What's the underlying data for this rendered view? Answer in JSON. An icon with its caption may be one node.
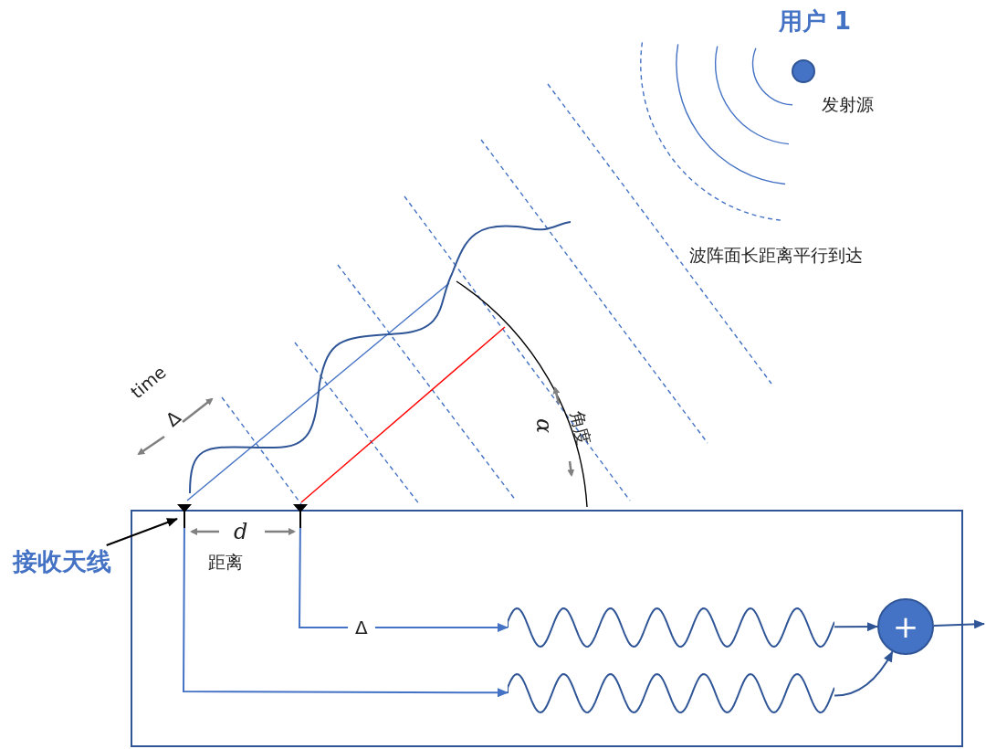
{
  "diagram": {
    "nodes": [
      {
        "text": [],
        "shape": "box"
      },
      {
        "text": [],
        "shape": "antenna"
      },
      {
        "text": [],
        "shape": "antenna"
      },
      {
        "text": [
          "接收天线"
        ]
      },
      {
        "text": [],
        "shape": "wave",
        "in": 0
      },
      {
        "text": [],
        "shape": "wave",
        "in": 0
      },
      {
        "text": [
          "+"
        ],
        "in": 0
      },
      {
        "text": [],
        "shape": "circle",
        "beside": [
          "发射源"
        ]
      }
    ],
    "edges": [
      {
        "from": 3,
        "to": 1,
        "arrow": "to",
        "color": "#000000"
      },
      {
        "from": 2,
        "to": 4,
        "arrow": "to",
        "label": "Δ",
        "color": "#4472c4"
      },
      {
        "from": 1,
        "to": 5,
        "arrow": "to",
        "color": "#4472c4"
      },
      {
        "from": 4,
        "to": 6,
        "arrow": "to"
      },
      {
        "from": 5,
        "to": 6,
        "arrow": "to"
      },
      {
        "from": 6,
        "to": null,
        "arrow": "to"
      }
    ],
    "labels": [
      "用户 1",
      "波阵面长距离平行到达",
      "time",
      "Δ",
      "α",
      "角度",
      "d",
      "距离"
    ]
  }
}
